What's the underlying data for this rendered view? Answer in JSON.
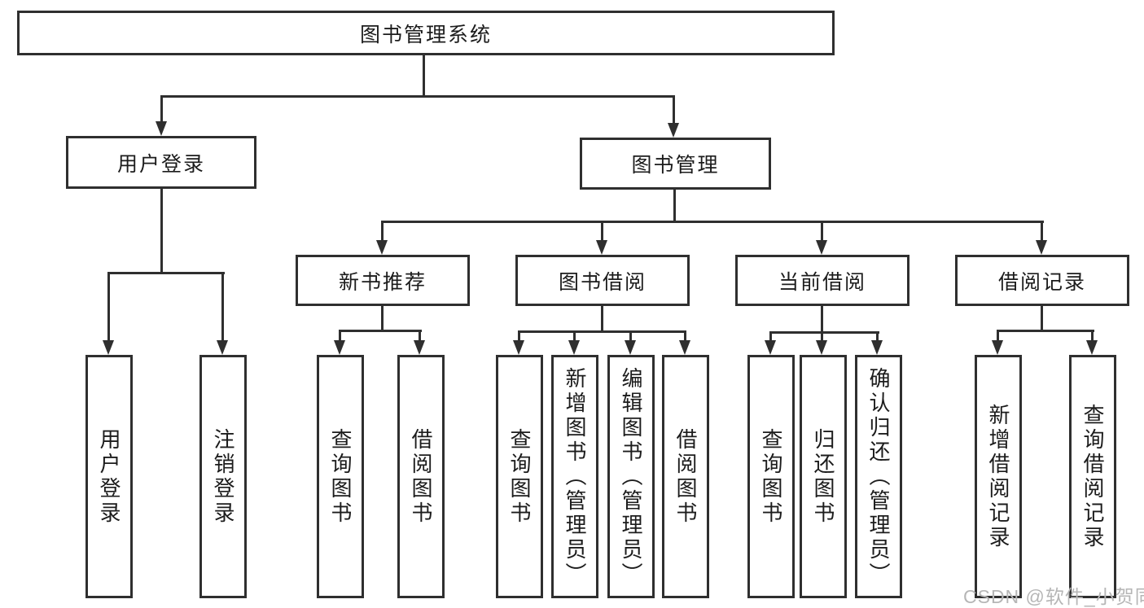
{
  "diagram_type": "tree",
  "tree": {
    "root": {
      "label": "图书管理系统"
    },
    "branches": [
      {
        "label": "用户登录",
        "children": [
          {
            "label": "用户登录"
          },
          {
            "label": "注销登录"
          }
        ]
      },
      {
        "label": "图书管理",
        "children": [
          {
            "label": "新书推荐",
            "children": [
              {
                "label": "查询图书"
              },
              {
                "label": "借阅图书"
              }
            ]
          },
          {
            "label": "图书借阅",
            "children": [
              {
                "label": "查询图书"
              },
              {
                "label": "新增图书（管理员）"
              },
              {
                "label": "编辑图书（管理员）"
              },
              {
                "label": "借阅图书"
              }
            ]
          },
          {
            "label": "当前借阅",
            "children": [
              {
                "label": "查询图书"
              },
              {
                "label": "归还图书"
              },
              {
                "label": "确认归还（管理员）"
              }
            ]
          },
          {
            "label": "借阅记录",
            "children": [
              {
                "label": "新增借阅记录"
              },
              {
                "label": "查询借阅记录"
              }
            ]
          }
        ]
      }
    ]
  },
  "watermark": {
    "text": "CSDN @软件_小贺同学"
  },
  "colors": {
    "line": "#2f2f2f",
    "box_background": "#ffffff",
    "text": "#1c1c1c",
    "watermark": "#b6b6b6",
    "page_background": "#ffffff"
  }
}
